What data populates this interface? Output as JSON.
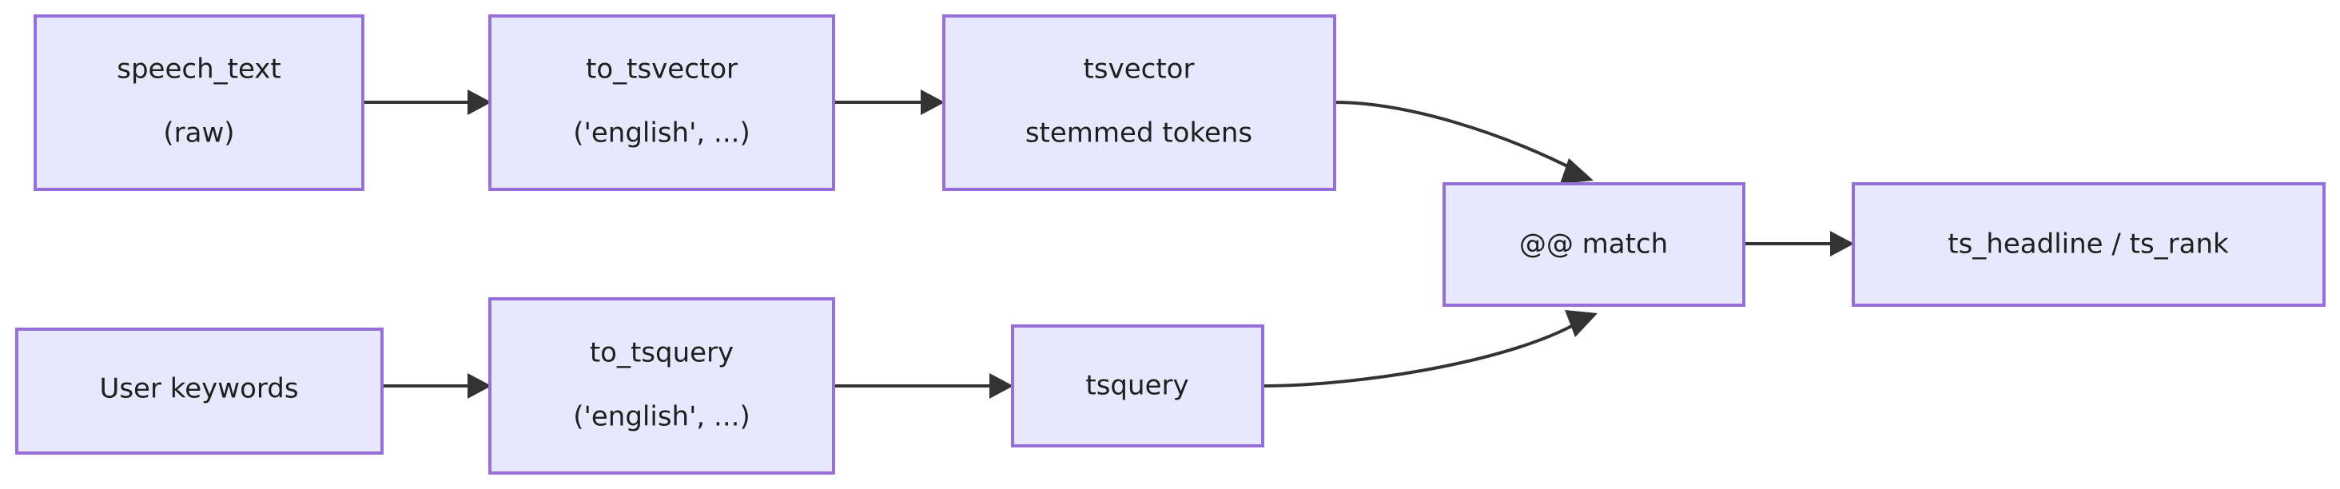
{
  "diagram": {
    "type": "flowchart",
    "direction": "left-to-right",
    "title": "",
    "theme": {
      "node_fill": "#e8e8fc",
      "node_stroke": "#9670d8",
      "edge_color": "#333333",
      "text_color": "#1f1f1f",
      "background": "#ffffff"
    },
    "nodes": [
      {
        "id": "speech_text",
        "line1": "speech_text",
        "line2": "(raw)"
      },
      {
        "id": "to_tsvector",
        "line1": "to_tsvector",
        "line2": "('english', ...)"
      },
      {
        "id": "tsvector",
        "line1": "tsvector",
        "line2": "stemmed tokens"
      },
      {
        "id": "match",
        "line1": "@@ match",
        "line2": ""
      },
      {
        "id": "output",
        "line1": "ts_headline / ts_rank",
        "line2": ""
      },
      {
        "id": "user_keywords",
        "line1": "User keywords",
        "line2": ""
      },
      {
        "id": "to_tsquery",
        "line1": "to_tsquery",
        "line2": "('english', ...)"
      },
      {
        "id": "tsquery",
        "line1": "tsquery",
        "line2": ""
      }
    ],
    "edges": [
      {
        "id": "e1",
        "from": "speech_text",
        "to": "to_tsvector",
        "label": ""
      },
      {
        "id": "e2",
        "from": "to_tsvector",
        "to": "tsvector",
        "label": ""
      },
      {
        "id": "e3",
        "from": "tsvector",
        "to": "match",
        "label": ""
      },
      {
        "id": "e4",
        "from": "match",
        "to": "output",
        "label": ""
      },
      {
        "id": "e5",
        "from": "user_keywords",
        "to": "to_tsquery",
        "label": ""
      },
      {
        "id": "e6",
        "from": "to_tsquery",
        "to": "tsquery",
        "label": ""
      },
      {
        "id": "e7",
        "from": "tsquery",
        "to": "match",
        "label": ""
      }
    ]
  }
}
